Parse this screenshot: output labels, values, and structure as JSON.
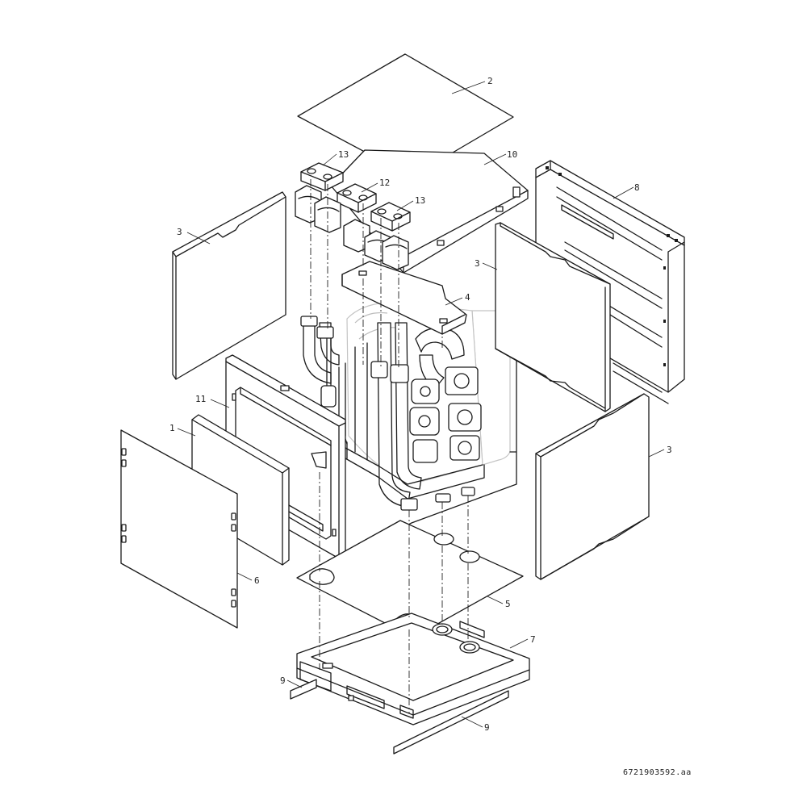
{
  "callouts": [
    {
      "id": "c2",
      "text": "2"
    },
    {
      "id": "c10",
      "text": "10"
    },
    {
      "id": "c13a",
      "text": "13"
    },
    {
      "id": "c12",
      "text": "12"
    },
    {
      "id": "c13b",
      "text": "13"
    },
    {
      "id": "c8",
      "text": "8"
    },
    {
      "id": "c3a",
      "text": "3"
    },
    {
      "id": "c3b",
      "text": "3"
    },
    {
      "id": "c4",
      "text": "4"
    },
    {
      "id": "c11",
      "text": "11"
    },
    {
      "id": "c1",
      "text": "1"
    },
    {
      "id": "c3c",
      "text": "3"
    },
    {
      "id": "c6",
      "text": "6"
    },
    {
      "id": "c5",
      "text": "5"
    },
    {
      "id": "c7",
      "text": "7"
    },
    {
      "id": "c9a",
      "text": "9"
    },
    {
      "id": "c9b",
      "text": "9"
    }
  ],
  "drawing_code": "6721903592.aa"
}
